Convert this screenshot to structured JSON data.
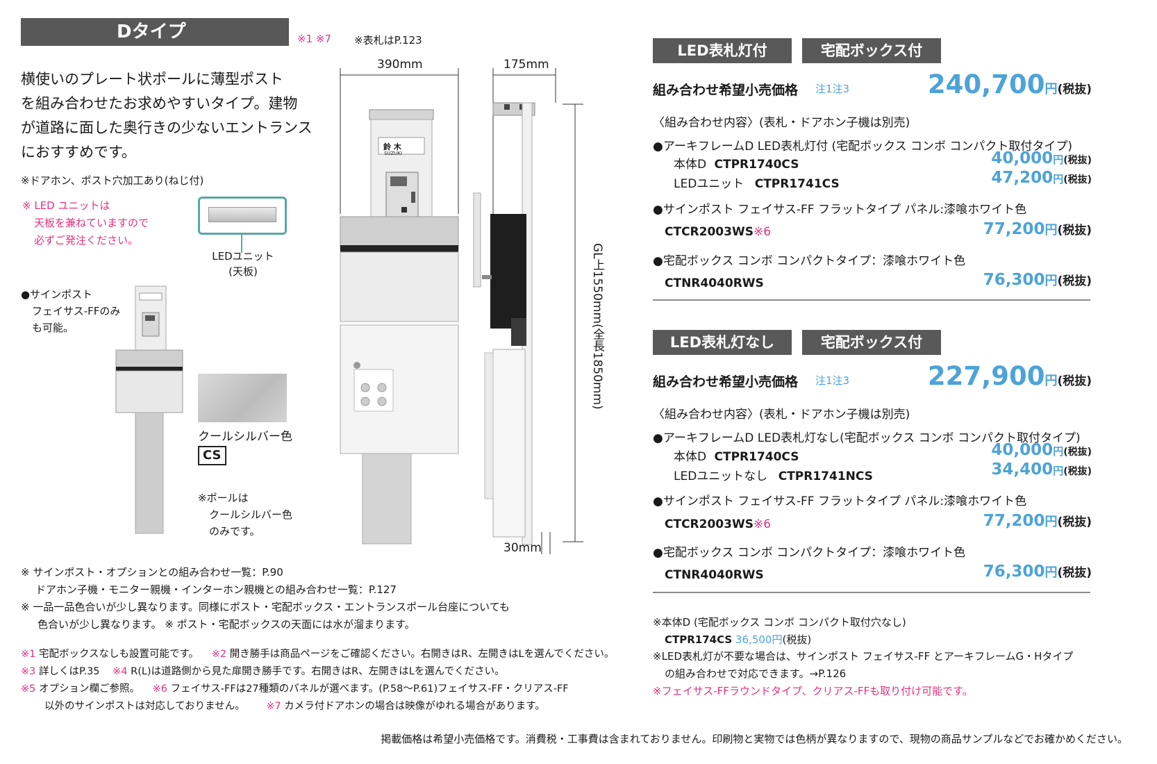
{
  "header": {
    "title": "Dタイプ",
    "notes_ref": "※1 ※7",
    "nameplate_ref": "※表札はP.123"
  },
  "intro": {
    "lines": [
      "横使いのプレート状ポールに薄型ポスト",
      "を組み合わせたお求めやすいタイプ。建物",
      "が道路に面した奥行きの少ないエントランス",
      "におすすめです。"
    ],
    "note": "※ドアホン、ポスト穴加工あり(ねじ付)"
  },
  "led_note": {
    "lines": [
      "※ LED ユニットは",
      "天板を兼ねていますので",
      "必ずご発注ください。"
    ]
  },
  "led_unit": {
    "lines": [
      "LEDユニット",
      "(天板)"
    ]
  },
  "signpost": {
    "lines": [
      "●サインポスト",
      "フェイサス-FFのみ",
      "も可能。"
    ]
  },
  "color": {
    "name": "クールシルバー色",
    "code": "CS",
    "swatch": "#cfcfcf"
  },
  "pole_note": {
    "lines": [
      "※ポールは",
      "クールシルバー色",
      "のみです。"
    ]
  },
  "dims": {
    "width": "390mm",
    "depth": "175mm",
    "height": "GL上1550mm(全長1850mm)",
    "base": "30mm"
  },
  "product_labels": {
    "nameplate": "鈴 木",
    "nameplate_en": "SUZUKI"
  },
  "notes_main": [
    "※  サインポスト・オプションとの組み合わせ一覧：P.90",
    "ドアホン子機・モニター親機・インターホン親機との組み合わせ一覧：P.127",
    "※  一品一品色合いが少し異なります。同様にポスト・宅配ボックス・エントランスポール台座についても",
    "色合いが少し異なります。   ※ ポスト・宅配ボックスの天面には水が溜まります。"
  ],
  "footnotes": [
    {
      "mark": "※1",
      "text": "宅配ボックスなしも設置可能です。"
    },
    {
      "mark": "※2",
      "text": "開き勝手は商品ページをご確認ください。右開きはR、左開きはLを選んでください。"
    },
    {
      "mark": "※3",
      "text": "詳しくはP.35"
    },
    {
      "mark": "※4",
      "text": "R(L)は道路側から見た扉開き勝手です。右開きはR、左開きはLを選んでください。"
    },
    {
      "mark": "※5",
      "text": "オプション欄ご参照。"
    },
    {
      "mark": "※6",
      "text": "フェイサス-FFは27種類のパネルが選べます。(P.58～P.61)フェイサス-FF・クリアス-FF"
    },
    {
      "mark": "",
      "text": "以外のサインポストは対応しておりません。"
    },
    {
      "mark": "※7",
      "text": "カメラ付ドアホンの場合は映像がゆれる場合があります。"
    }
  ],
  "set1": {
    "badges": [
      "LED表札灯付",
      "宅配ボックス付"
    ],
    "price_label": "組み合わせ希望小売価格",
    "price_note": "注1注3",
    "total": "240,700",
    "yen": "円",
    "tax": "(税抜)",
    "contents": "〈組み合わせ内容〉(表札・ドアホン子機は別売)",
    "item1": "●アーキフレームD LED表札灯付 (宅配ボックス コンボ コンパクト取付タイプ)",
    "r1_label": "本体D",
    "r1_code": "CTPR1740CS",
    "r1_price": "40,000",
    "r2_label": "LEDユニット",
    "r2_code": "CTPR1741CS",
    "r2_price": "47,200",
    "item2": "●サインポスト フェイサス-FF フラットタイプ パネル:漆喰ホワイト色",
    "r3_code": "CTCR2003WS",
    "r3_mark": "※6",
    "r3_price": "77,200",
    "item3": "●宅配ボックス コンボ コンパクトタイプ：漆喰ホワイト色",
    "r4_code": "CTNR4040RWS",
    "r4_price": "76,300"
  },
  "set2": {
    "badges": [
      "LED表札灯なし",
      "宅配ボックス付"
    ],
    "price_label": "組み合わせ希望小売価格",
    "price_note": "注1注3",
    "total": "227,900",
    "yen": "円",
    "tax": "(税抜)",
    "contents": "〈組み合わせ内容〉(表札・ドアホン子機は別売)",
    "item1": "●アーキフレームD  LED表札灯なし(宅配ボックス コンボ コンパクト取付タイプ)",
    "r1_label": "本体D",
    "r1_code": "CTPR1740CS",
    "r1_price": "40,000",
    "r2_label": "LEDユニットなし",
    "r2_code": "CTPR1741NCS",
    "r2_price": "34,400",
    "item2": "●サインポスト フェイサス-FF フラットタイプ パネル:漆喰ホワイト色",
    "r3_code": "CTCR2003WS",
    "r3_mark": "※6",
    "r3_price": "77,200",
    "item3": "●宅配ボックス コンボ コンパクトタイプ：漆喰ホワイト色",
    "r4_code": "CTNR4040RWS",
    "r4_price": "76,300"
  },
  "right_notes": {
    "n1": "※本体D (宅配ボックス コンボ コンパクト取付穴なし)",
    "n1_code": "CTPR174CS",
    "n1_price": "36,500円",
    "n1_tax": "(税抜)",
    "n2": "※LED表札灯が不要な場合は、サインポスト フェイサス-FF とアーキフレームG・Hタイプ",
    "n2b": "の組み合わせで対応できます。→P.126",
    "n3": "※フェイサス-FFラウンドタイプ、クリアス-FFも取り付け可能です。"
  },
  "footer": "掲載価格は希望小売価格です。消費税・工事費は含まれておりません。印刷物と実物では色柄が異なりますので、現物の商品サンプルなどでお確かめください。"
}
